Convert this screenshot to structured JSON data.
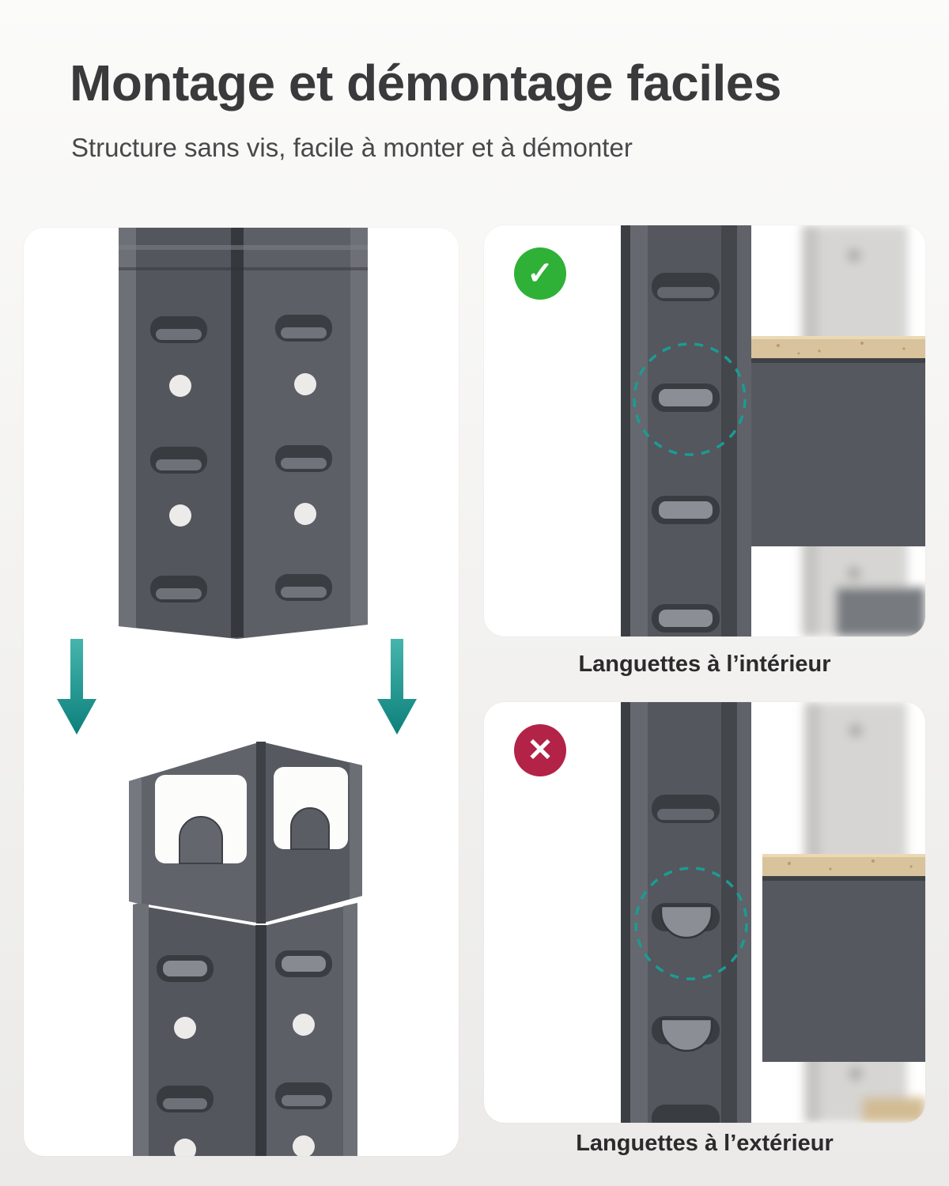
{
  "header": {
    "title": "Montage et démontage faciles",
    "subtitle": "Structure sans vis, facile à monter et à démonter"
  },
  "panels": {
    "correct": {
      "icon": "checkmark-icon",
      "icon_glyph": "✓",
      "caption": "Languettes à l’intérieur"
    },
    "incorrect": {
      "icon": "cross-icon",
      "icon_glyph": "✕",
      "caption": "Languettes à l’extérieur"
    }
  },
  "colors": {
    "success_green": "#2fb137",
    "error_red": "#b32347",
    "accent_teal": "#1c9b94",
    "post_gray": "#54575d",
    "wood_tan": "#d9c39c",
    "title_text": "#3a3a3c"
  }
}
